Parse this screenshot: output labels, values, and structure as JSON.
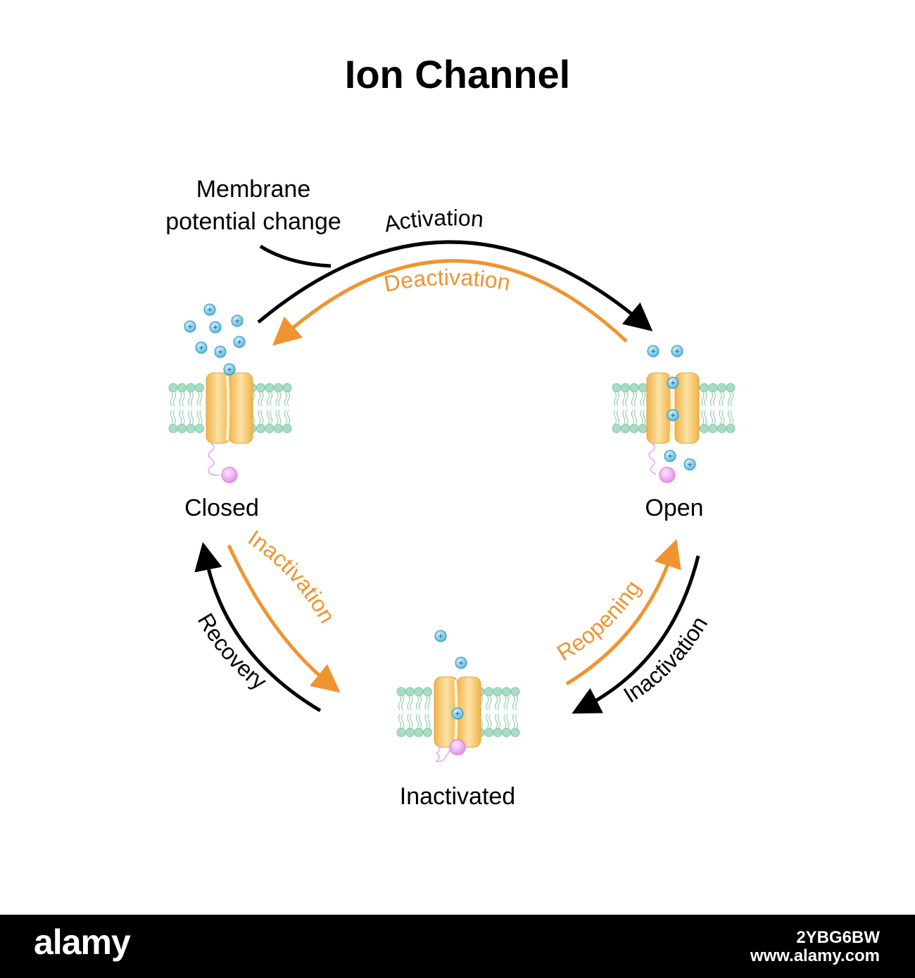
{
  "title": "Ion Channel",
  "trigger": {
    "line1": "Membrane",
    "line2": "potential change"
  },
  "states": {
    "closed": "Closed",
    "open": "Open",
    "inactivated": "Inactivated"
  },
  "transitions": {
    "activation": "Activation",
    "deactivation": "Deactivation",
    "inactivation_closed": "Inactivation",
    "recovery": "Recovery",
    "reopening": "Reopening",
    "inactivation_open": "Inactivation"
  },
  "ion_symbol": "+",
  "colors": {
    "black_arrow": "#000000",
    "orange_arrow": "#ef9431",
    "channel": "#f2c25c",
    "lipid": "#a9dcc4",
    "ion": "#4fb8e0",
    "inactivation_ball": "#ee9ff0"
  },
  "footer": {
    "brand": "alamy",
    "image_id": "2YBG6BW",
    "site": "www.alamy.com"
  }
}
